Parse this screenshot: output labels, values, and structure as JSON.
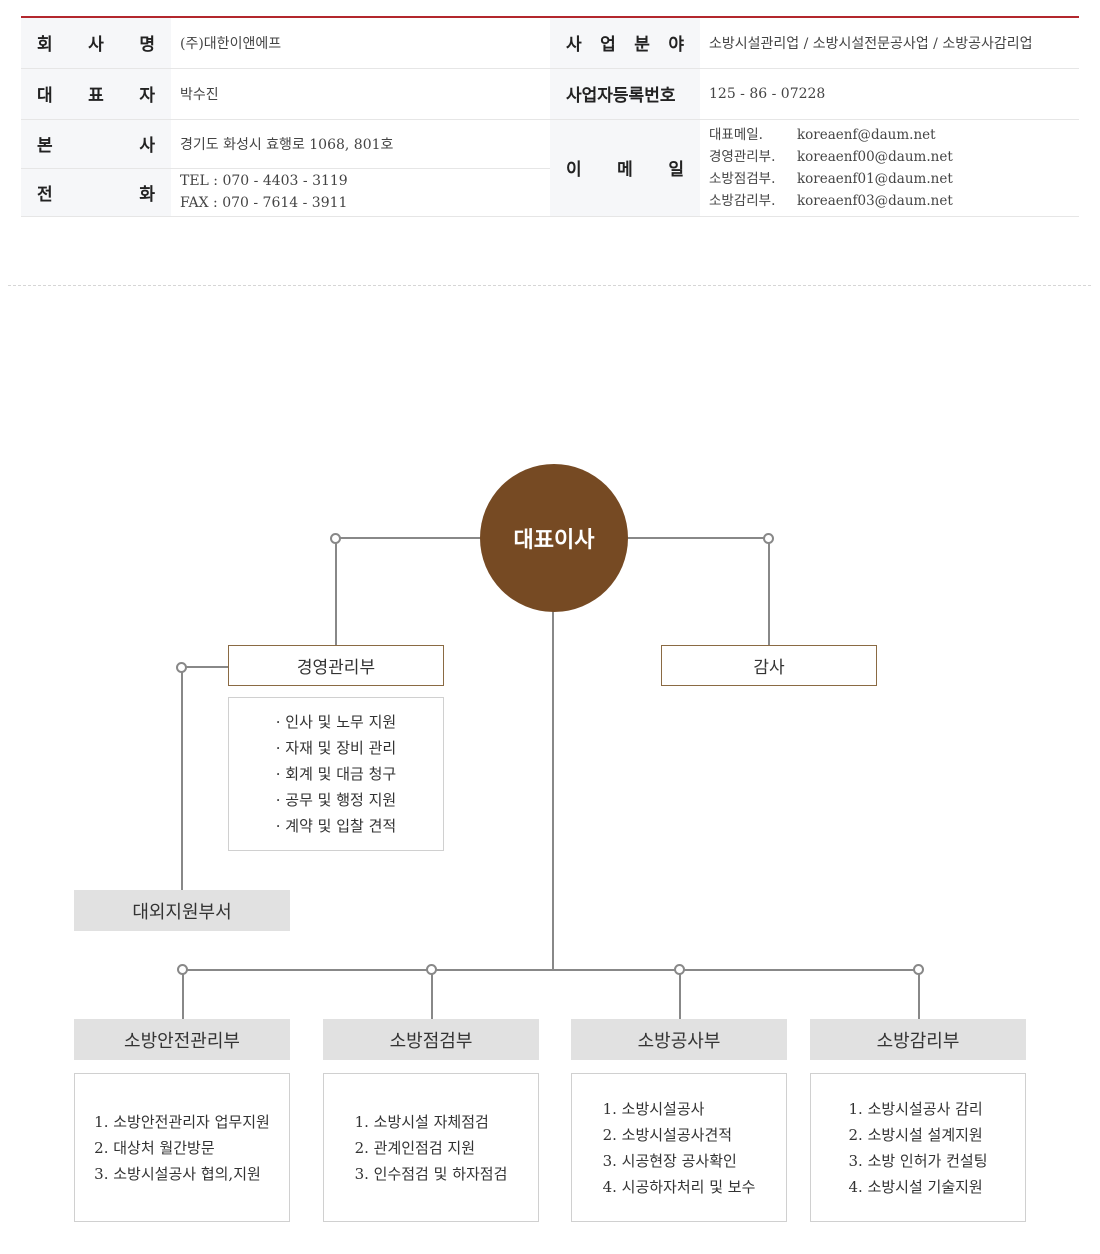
{
  "company_info": {
    "company_name_label": "회 사 명",
    "company_name": "(주)대한이앤에프",
    "business_field_label": "사 업 분 야",
    "business_field": "소방시설관리업 / 소방시설전문공사업 / 소방공사감리업",
    "ceo_label": "대 표 자",
    "ceo_name": "박수진",
    "reg_label": "사업자등록번호",
    "reg_number": "125 - 86 - 07228",
    "hq_label": "본 사",
    "hq_address": "경기도 화성시 효행로 1068, 801호",
    "phone_label": "전 화",
    "tel": "TEL : 070 - 4403 - 3119",
    "fax": "FAX : 070 - 7614 - 3911",
    "email_label": "이 메 일",
    "emails": [
      {
        "dept": "대표메일.",
        "address": "koreaenf@daum.net"
      },
      {
        "dept": "경영관리부.",
        "address": "koreaenf00@daum.net"
      },
      {
        "dept": "소방점검부.",
        "address": "koreaenf01@daum.net"
      },
      {
        "dept": "소방감리부.",
        "address": "koreaenf03@daum.net"
      }
    ]
  },
  "org_chart": {
    "ceo": "대표이사",
    "management": {
      "title": "경영관리부",
      "duties": [
        "· 인사 및 노무 지원",
        "· 자재 및 장비 관리",
        "· 회계 및 대금 청구",
        "· 공무 및 행정 지원",
        "· 계약 및 입찰 견적"
      ]
    },
    "audit": "감사",
    "external_support": "대외지원부서",
    "departments": [
      {
        "title": "소방안전관리부",
        "duties": [
          "1. 소방안전관리자 업무지원",
          "2. 대상처 월간방문",
          "3. 소방시설공사 협의,지원"
        ]
      },
      {
        "title": "소방점검부",
        "duties": [
          "1. 소방시설 자체점검",
          "2. 관계인점검 지원",
          "3. 인수점검 및 하자점검"
        ]
      },
      {
        "title": "소방공사부",
        "duties": [
          "1. 소방시설공사",
          "2. 소방시설공사견적",
          "3. 시공현장 공사확인",
          "4. 시공하자처리 및 보수"
        ]
      },
      {
        "title": "소방감리부",
        "duties": [
          "1. 소방시설공사 감리",
          "2. 소방시설 설계지원",
          "3. 소방 인허가 컨설팅",
          "4. 소방시설 기술지원"
        ]
      }
    ]
  }
}
